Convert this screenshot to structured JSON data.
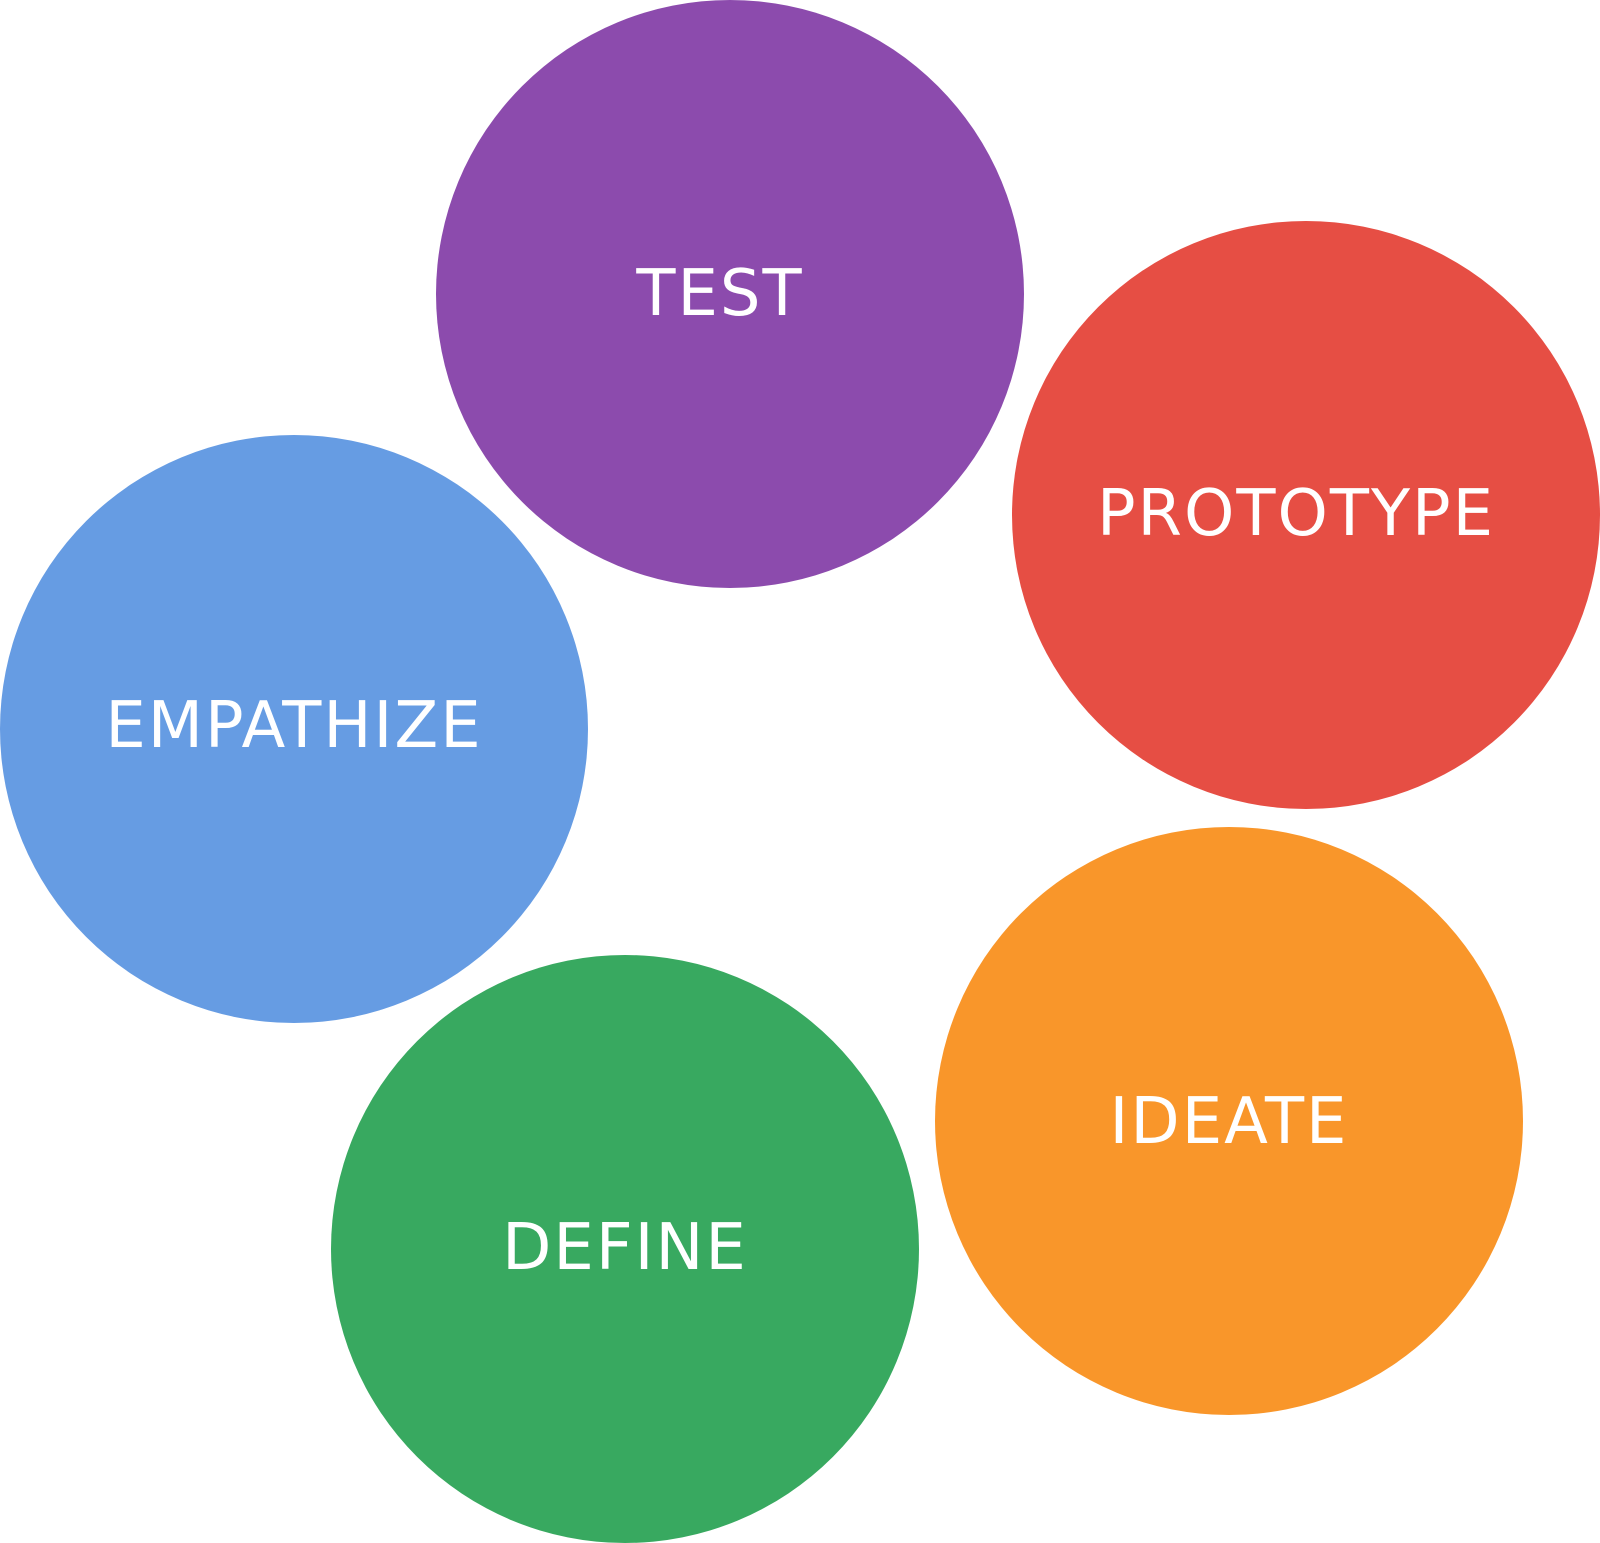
{
  "diagram": {
    "stages": [
      {
        "id": "test",
        "label": "TEST",
        "color": "#8C4BAD"
      },
      {
        "id": "prototype",
        "label": "PROTOTYPE",
        "color": "#E64E44"
      },
      {
        "id": "empathize",
        "label": "EMPATHIZE",
        "color": "#669CE3"
      },
      {
        "id": "ideate",
        "label": "IDEATE",
        "color": "#F9962A"
      },
      {
        "id": "define",
        "label": "DEFINE",
        "color": "#38A960"
      }
    ]
  }
}
